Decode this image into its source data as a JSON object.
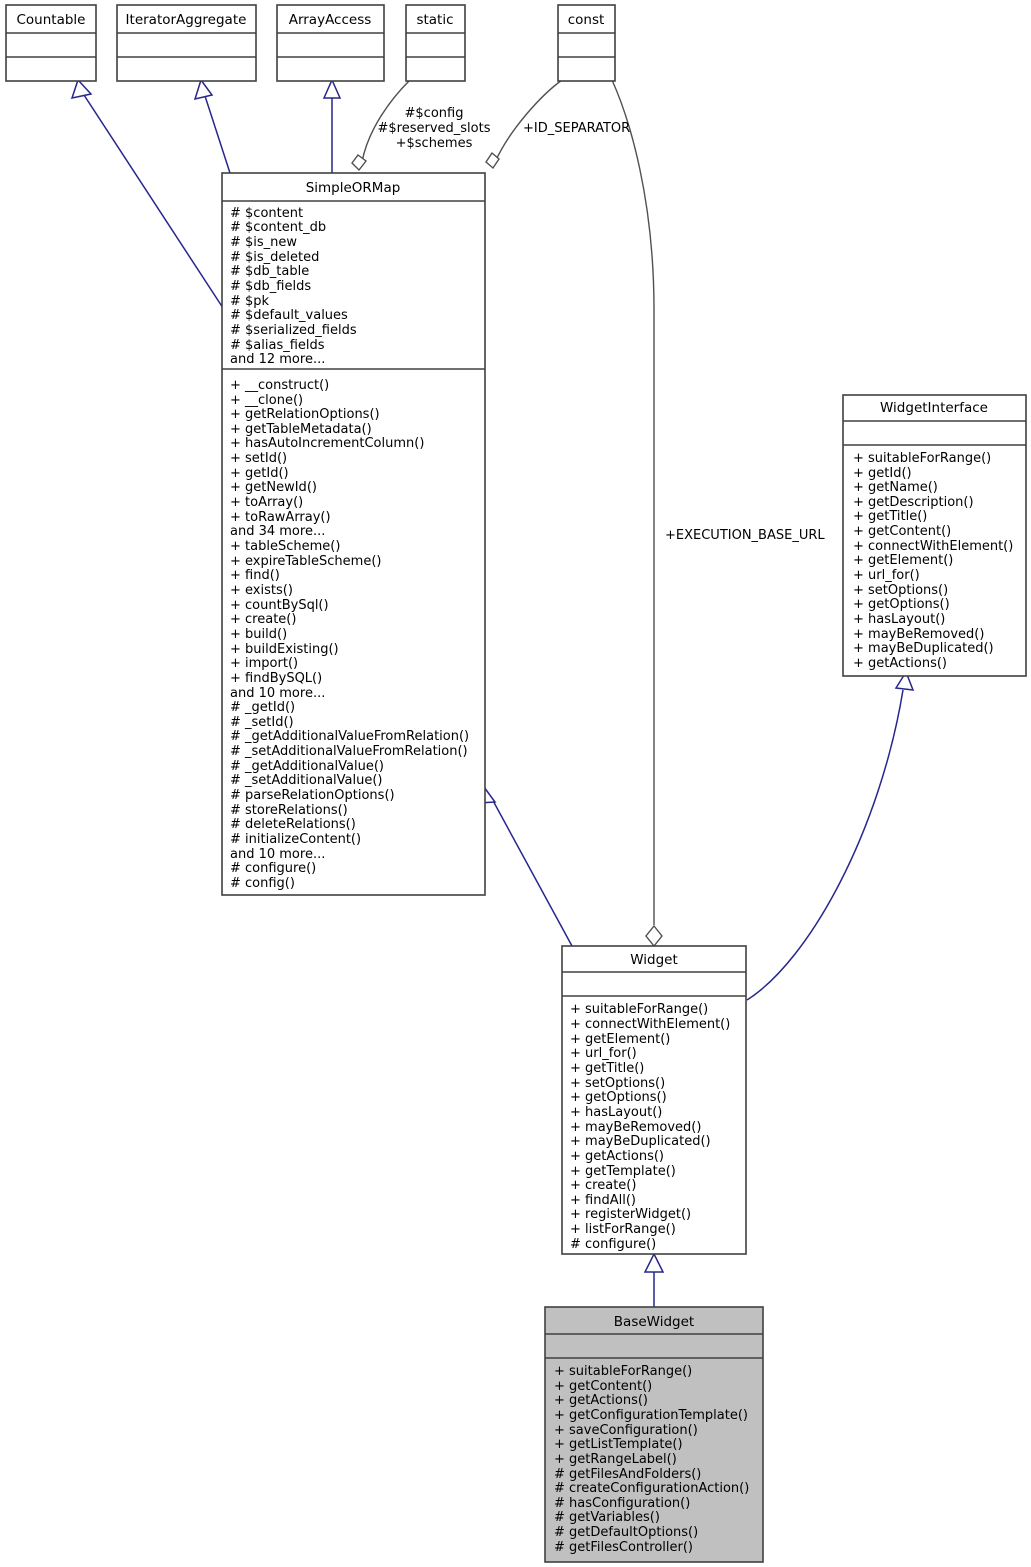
{
  "diagram": {
    "kind": "uml-class-diagram",
    "title": "",
    "colors": {
      "background": "#ffffff",
      "box_fill": "#ffffff",
      "box_fill_highlight": "#c0c0c0",
      "box_border": "#404040",
      "inheritance_edge": "#26268c",
      "association_edge": "#505050",
      "text": "#000000"
    }
  },
  "classes": {
    "countable": {
      "name": "Countable",
      "attributes": [],
      "methods": []
    },
    "iterator_aggregate": {
      "name": "IteratorAggregate",
      "attributes": [],
      "methods": []
    },
    "array_access": {
      "name": "ArrayAccess",
      "attributes": [],
      "methods": []
    },
    "static": {
      "name": "static",
      "attributes": [],
      "methods": []
    },
    "const": {
      "name": "const",
      "attributes": [],
      "methods": []
    },
    "simple_ormap": {
      "name": "SimpleORMap",
      "attributes": [
        "# $content",
        "# $content_db",
        "# $is_new",
        "# $is_deleted",
        "# $db_table",
        "# $db_fields",
        "# $pk",
        "# $default_values",
        "# $serialized_fields",
        "# $alias_fields",
        "and 12 more..."
      ],
      "methods": [
        "+ __construct()",
        "+ __clone()",
        "+ getRelationOptions()",
        "+ getTableMetadata()",
        "+ hasAutoIncrementColumn()",
        "+ setId()",
        "+ getId()",
        "+ getNewId()",
        "+ toArray()",
        "+ toRawArray()",
        "and 34 more...",
        "+ tableScheme()",
        "+ expireTableScheme()",
        "+ find()",
        "+ exists()",
        "+ countBySql()",
        "+ create()",
        "+ build()",
        "+ buildExisting()",
        "+ import()",
        "+ findBySQL()",
        "and 10 more...",
        "# _getId()",
        "# _setId()",
        "# _getAdditionalValueFromRelation()",
        "# _setAdditionalValueFromRelation()",
        "# _getAdditionalValue()",
        "# _setAdditionalValue()",
        "# parseRelationOptions()",
        "# storeRelations()",
        "# deleteRelations()",
        "# initializeContent()",
        "and 10 more...",
        "# configure()",
        "# config()"
      ]
    },
    "widget_interface": {
      "name": "WidgetInterface",
      "attributes": [],
      "methods": [
        "+ suitableForRange()",
        "+ getId()",
        "+ getName()",
        "+ getDescription()",
        "+ getTitle()",
        "+ getContent()",
        "+ connectWithElement()",
        "+ getElement()",
        "+ url_for()",
        "+ setOptions()",
        "+ getOptions()",
        "+ hasLayout()",
        "+ mayBeRemoved()",
        "+ mayBeDuplicated()",
        "+ getActions()"
      ]
    },
    "widget": {
      "name": "Widget",
      "attributes": [],
      "methods": [
        "+ suitableForRange()",
        "+ connectWithElement()",
        "+ getElement()",
        "+ url_for()",
        "+ getTitle()",
        "+ setOptions()",
        "+ getOptions()",
        "+ hasLayout()",
        "+ mayBeRemoved()",
        "+ mayBeDuplicated()",
        "+ getActions()",
        "+ getTemplate()",
        "+ create()",
        "+ findAll()",
        "+ registerWidget()",
        "+ listForRange()",
        "# configure()"
      ]
    },
    "base_widget": {
      "name": "BaseWidget",
      "attributes": [],
      "methods": [
        "+ suitableForRange()",
        "+ getContent()",
        "+ getActions()",
        "+ getConfigurationTemplate()",
        "+ saveConfiguration()",
        "+ getListTemplate()",
        "+ getRangeLabel()",
        "# getFilesAndFolders()",
        "# createConfigurationAction()",
        "# hasConfiguration()",
        "# getVariables()",
        "# getDefaultOptions()",
        "# getFilesController()"
      ]
    }
  },
  "edge_labels": {
    "static_to_simpleormap": [
      "#$config",
      "#$reserved_slots",
      "+$schemes"
    ],
    "const_to_simpleormap": "+ID_SEPARATOR",
    "const_to_widget": "+EXECUTION_BASE_URL"
  },
  "relationships": [
    {
      "from": "SimpleORMap",
      "to": "Countable",
      "type": "inheritance"
    },
    {
      "from": "SimpleORMap",
      "to": "IteratorAggregate",
      "type": "inheritance"
    },
    {
      "from": "SimpleORMap",
      "to": "ArrayAccess",
      "type": "inheritance"
    },
    {
      "from": "SimpleORMap",
      "to": "static",
      "type": "aggregation"
    },
    {
      "from": "SimpleORMap",
      "to": "const",
      "type": "aggregation"
    },
    {
      "from": "Widget",
      "to": "const",
      "type": "aggregation"
    },
    {
      "from": "Widget",
      "to": "SimpleORMap",
      "type": "inheritance"
    },
    {
      "from": "Widget",
      "to": "WidgetInterface",
      "type": "inheritance"
    },
    {
      "from": "BaseWidget",
      "to": "Widget",
      "type": "inheritance"
    }
  ]
}
